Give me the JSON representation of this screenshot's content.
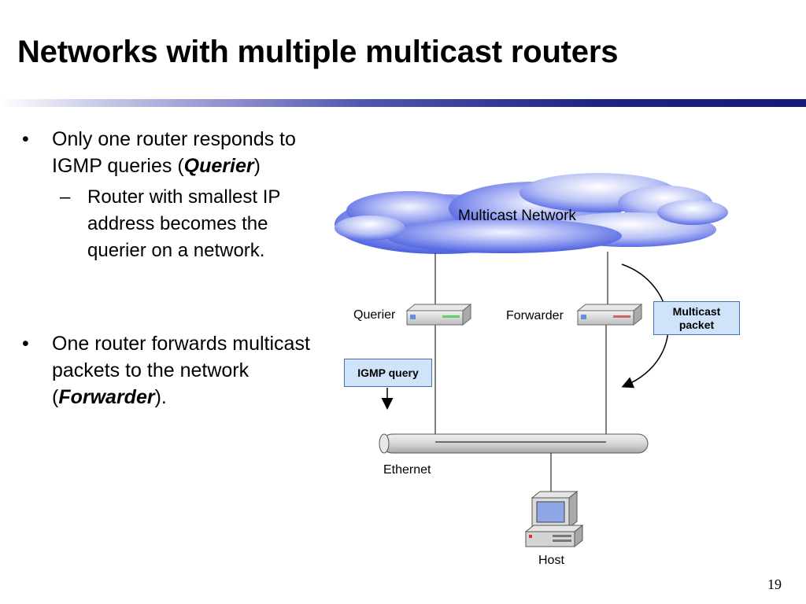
{
  "slide": {
    "title": "Networks with multiple multicast routers",
    "page_number": "19"
  },
  "bullets": {
    "b1_prefix": "Only one router responds to IGMP queries (",
    "b1_bold": "Querier",
    "b1_suffix": ")",
    "b2": "Router with smallest IP address becomes the querier on a network.",
    "b3_prefix": "One router forwards multicast packets to the network (",
    "b3_bold": "Forwarder",
    "b3_suffix": ")."
  },
  "diagram": {
    "cloud_label": "Multicast Network",
    "querier_label": "Querier",
    "forwarder_label": "Forwarder",
    "igmp_box": "IGMP query",
    "multicast_box_line1": "Multicast",
    "multicast_box_line2": "packet",
    "ethernet_label": "Ethernet",
    "host_label": "Host"
  }
}
